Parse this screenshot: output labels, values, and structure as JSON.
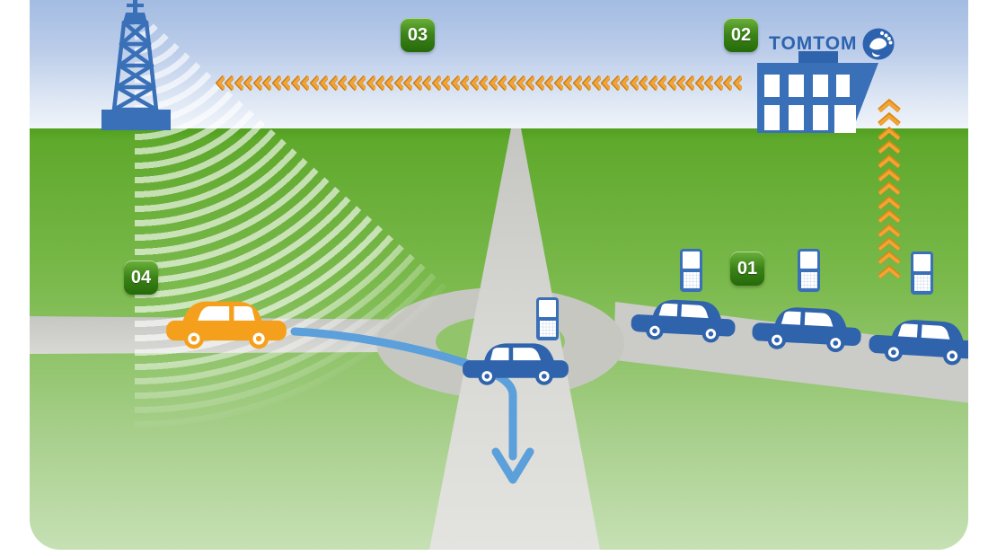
{
  "brand": {
    "name": "TOMTOM",
    "logo_color": "#2d63ae"
  },
  "steps": {
    "s01": {
      "label": "01",
      "meaning": "phones-in-traffic-send-data"
    },
    "s02": {
      "label": "02",
      "meaning": "data-received-at-tomtom-building"
    },
    "s03": {
      "label": "03",
      "meaning": "traffic-info-sent-to-broadcast-tower"
    },
    "s04": {
      "label": "04",
      "meaning": "car-receives-broadcast-and-reroutes"
    }
  },
  "scene": {
    "queued_cars": 3,
    "phones": 4,
    "roundabout": true,
    "icons": [
      "radio-tower-icon",
      "radio-waves",
      "tomtom-building-icon",
      "tomtom-globe-icon",
      "mobile-phone-icon",
      "car-icon",
      "chevron-left-icon",
      "chevron-up-icon",
      "route-arrow-down"
    ]
  },
  "colors": {
    "accent_orange": "#f3a437",
    "car_blue": "#2f63ac",
    "car_orange": "#f5a01c",
    "badge_green_top": "#6cb13c",
    "badge_green_bottom": "#256a0a",
    "brand_blue": "#2d63ae",
    "route_blue": "#5b9fdb",
    "sky_top": "#a3bce2",
    "grass_top": "#5fa92c",
    "grass_bottom": "#c6e0b4",
    "road_gray": "#c7c7c2"
  }
}
